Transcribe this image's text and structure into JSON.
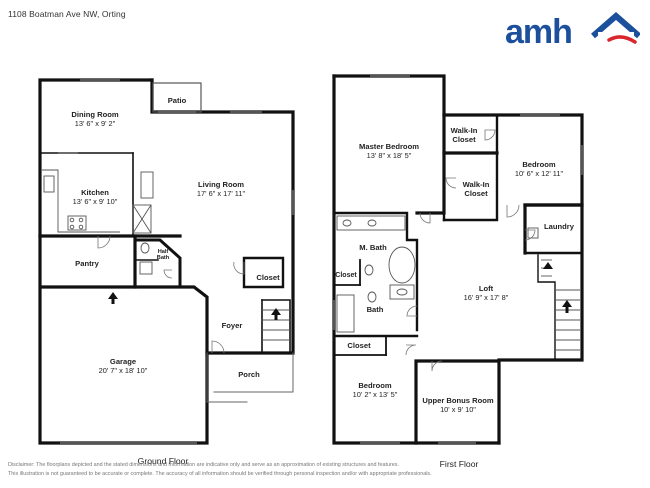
{
  "address": "1108 Boatman Ave NW, Orting",
  "brand": {
    "name": "amh",
    "color": "#1c4f9c",
    "accent": "#d9262c",
    "icon": "house-roof-icon"
  },
  "floors": [
    {
      "title": "Ground Floor",
      "rooms": [
        {
          "id": "dining",
          "name": "Dining Room",
          "size": "13' 6\" x 9' 2\""
        },
        {
          "id": "patio",
          "name": "Patio"
        },
        {
          "id": "kitchen",
          "name": "Kitchen",
          "size": "13' 6\" x 9' 10\""
        },
        {
          "id": "living",
          "name": "Living Room",
          "size": "17' 6\" x 17' 11\""
        },
        {
          "id": "pantry",
          "name": "Pantry"
        },
        {
          "id": "halfbath",
          "name": "Half Bath"
        },
        {
          "id": "closet",
          "name": "Closet"
        },
        {
          "id": "foyer",
          "name": "Foyer"
        },
        {
          "id": "garage",
          "name": "Garage",
          "size": "20' 7\" x 18' 10\""
        },
        {
          "id": "porch",
          "name": "Porch"
        }
      ]
    },
    {
      "title": "First Floor",
      "rooms": [
        {
          "id": "master",
          "name": "Master Bedroom",
          "size": "13' 8\" x 18' 5\""
        },
        {
          "id": "wic1",
          "name": "Walk-In Closet"
        },
        {
          "id": "wic2",
          "name": "Walk-In Closet"
        },
        {
          "id": "bedroom1",
          "name": "Bedroom",
          "size": "10' 6\" x 12' 11\""
        },
        {
          "id": "laundry",
          "name": "Laundry"
        },
        {
          "id": "mbath",
          "name": "M. Bath"
        },
        {
          "id": "closet2",
          "name": "Closet"
        },
        {
          "id": "bath",
          "name": "Bath"
        },
        {
          "id": "loft",
          "name": "Loft",
          "size": "16' 9\" x 17' 8\""
        },
        {
          "id": "closet3",
          "name": "Closet"
        },
        {
          "id": "bedroom2",
          "name": "Bedroom",
          "size": "10' 2\" x 13' 5\""
        },
        {
          "id": "bonus",
          "name": "Upper Bonus Room",
          "size": "10' x 9' 10\""
        }
      ]
    }
  ],
  "disclaimer": {
    "line1": "Disclaimer: The floorplans depicted and the stated dimensions and information are indicative only and serve as an approximation of existing structures and features.",
    "line2": "This illustration is not guaranteed to be accurate or complete. The accuracy of all information should be verified through personal inspection and/or with appropriate professionals."
  }
}
